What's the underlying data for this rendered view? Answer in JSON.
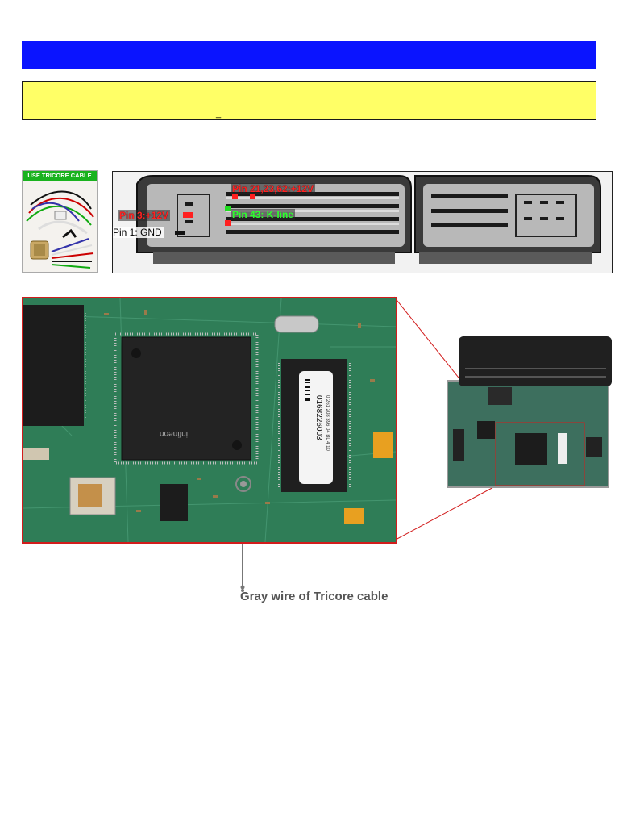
{
  "cable_thumbnail": {
    "label": "USE TRICORE CABLE"
  },
  "connector": {
    "pin_supply_multi": "Pin 21,23,62:+12V",
    "pin_supply_3": "Pin 3:+12V",
    "pin_kline": "Pin 43: K-line",
    "pin_gnd_prefix": "Pin 1:",
    "pin_gnd_value": "GND"
  },
  "pcb": {
    "chip_brand": "infineon",
    "barcode_number": "0168226003",
    "barcode_sub": "0 261 208 396 04  BL 4 10"
  },
  "caption": {
    "gray_wire": "Gray wire of Tricore cable"
  },
  "colors": {
    "header_blue": "#0a14ff",
    "note_yellow": "#ffff66",
    "highlight_red": "#d21c1c",
    "kline_green": "#2cff2c",
    "cable_green": "#19b21e"
  }
}
